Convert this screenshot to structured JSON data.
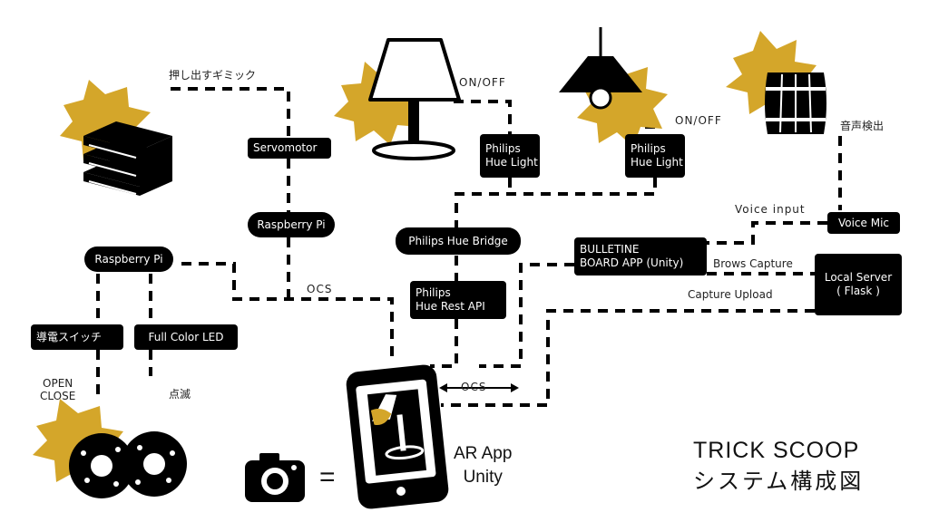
{
  "title": {
    "line1": "TRICK SCOOP",
    "line2": "システム構成図"
  },
  "nodes": {
    "servomotor": "Servomotor",
    "raspi_top": "Raspberry Pi",
    "raspi_left": "Raspberry Pi",
    "hue_light_1": [
      "Philips",
      "Hue Light"
    ],
    "hue_light_2": [
      "Philips",
      "Hue Light"
    ],
    "hue_bridge": "Philips Hue Bridge",
    "hue_api": [
      "Philips",
      "Hue Rest API"
    ],
    "bulletin": [
      "BULLETINE",
      "BOARD APP (Unity)"
    ],
    "voice_mic": "Voice Mic",
    "local_server": [
      "Local Server",
      "( Flask )"
    ],
    "conductive_switch": "導電スイッチ",
    "full_color_led": "Full Color LED"
  },
  "labels": {
    "push_gimmick": "押し出すギミック",
    "onoff_1": "ON/OFF",
    "onoff_2": "ON/OFF",
    "voice_detect": "音声検出",
    "voice_input": "Voice input",
    "brows_capture": "Brows Capture",
    "capture_upload": "Capture Upload",
    "ocs_1": "OCS",
    "ocs_2": "OCS",
    "open_close": [
      "OPEN",
      "CLOSE"
    ],
    "blink": "点滅",
    "ar_app": [
      "AR App",
      "Unity"
    ],
    "equals": "="
  },
  "colors": {
    "accent_gold": "#D4A62A",
    "ink": "#000000"
  },
  "icons": [
    "books-icon",
    "table-lamp-icon",
    "pendant-lamp-icon",
    "barrel-icon",
    "donuts-icon",
    "smartphone-icon",
    "camera-icon"
  ]
}
